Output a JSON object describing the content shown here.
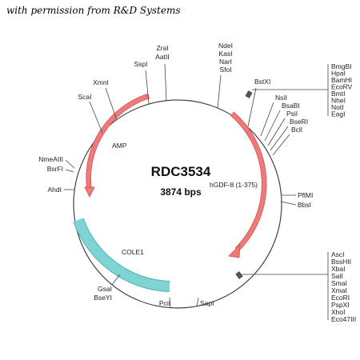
{
  "credit": "with permission from R&D Systems",
  "plasmid": {
    "name": "RDC3534",
    "size": "3874 bps"
  },
  "features": {
    "amp": "AMP",
    "insert": "hGDF-8 (1-375)",
    "ori": "COLE1"
  },
  "sites": {
    "zral": "ZraI",
    "aatii": "AatII",
    "sspi": "SspI",
    "xmni": "XmnI",
    "scai": "ScaI",
    "ndei": "NdeI",
    "kasi": "KasI",
    "nari": "NarI",
    "sfoi": "SfoI",
    "bstxi": "BstXI",
    "nsii": "NsiI",
    "bsabi": "BsaBI",
    "psii": "PsiI",
    "bseri": "BseRI",
    "bcli": "BclI",
    "pflmi": "PflMI",
    "bbsi": "BbsI",
    "nmeaiii": "NmeAIII",
    "bsrfi": "BsrFI",
    "ahdi": "AhdI",
    "gsai": "GsaI",
    "bseyi": "BseYI",
    "pcii": "PciI",
    "sapi": "SapI"
  },
  "mcs1": [
    "BmgBI",
    "HpaI",
    "BamHI",
    "EcoRV",
    "BmtI",
    "NheI",
    "NotI",
    "EagI"
  ],
  "mcs2": [
    "AscI",
    "BssHII",
    "XbaI",
    "SalI",
    "SmaI",
    "XmaI",
    "EcoRI",
    "PspXI",
    "XhoI",
    "Eco47III"
  ],
  "colors": {
    "arrow": "#f07a7a",
    "arrow_stroke": "#d24b4b",
    "ori": "#7fd3d3",
    "ori_stroke": "#49b6b6"
  }
}
